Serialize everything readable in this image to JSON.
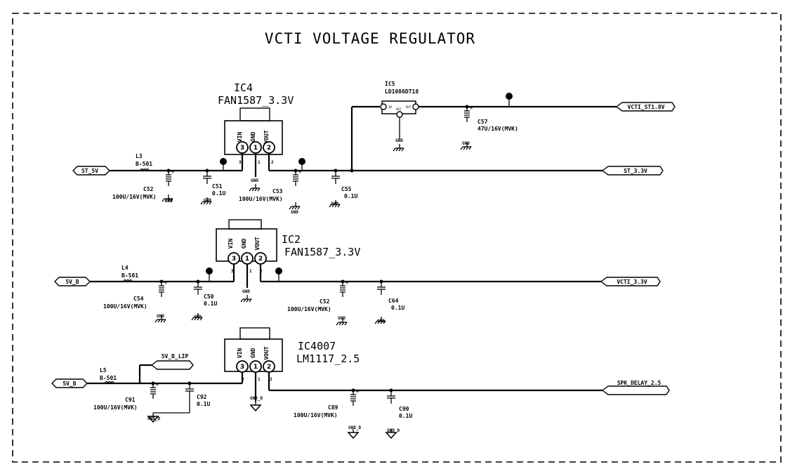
{
  "title": "VCTI VOLTAGE REGULATOR",
  "ic4": {
    "ref": "IC4",
    "part": "FAN1587_3.3V"
  },
  "ic2": {
    "ref": "IC2",
    "part": "FAN1587_3.3V"
  },
  "ic4007": {
    "ref": "IC4007",
    "part": "LM1117_2.5"
  },
  "ic5": {
    "ref": "IC5",
    "part": "LD1086DT18",
    "pin_in": "IN",
    "pin_out": "OUT",
    "pin_adj": "ADJ"
  },
  "pin_labels": {
    "vin": "VIN",
    "gnd": "GND",
    "vout": "VOUT"
  },
  "pins": {
    "p1": "1",
    "p2": "2",
    "p3": "3"
  },
  "ports": {
    "st_5v": "ST_5V",
    "st_3v3": "ST_3.3V",
    "vcti_st1v8": "VCTI_ST1.8V",
    "v5_b_1": "5V_B",
    "vcti_3v3": "VCTI_3.3V",
    "v5_b_lip": "5V_B_LIP",
    "v5_b_2": "5V_B",
    "spk_delay": "SPK_DELAY_2.5"
  },
  "inductors": {
    "l3": {
      "ref": "L3",
      "val": "B-501"
    },
    "l4": {
      "ref": "L4",
      "val": "B-501"
    },
    "l5": {
      "ref": "L5",
      "val": "B-501"
    }
  },
  "caps": {
    "c52a": {
      "ref": "C52",
      "val": "100U/16V(MVK)"
    },
    "c51": {
      "ref": "C51",
      "val": "0.1U"
    },
    "c53": {
      "ref": "C53",
      "val": "100U/16V(MVK)"
    },
    "c55": {
      "ref": "C55",
      "val": "0.1U"
    },
    "c57": {
      "ref": "C57",
      "val": "47U/16V(MVK)"
    },
    "c54": {
      "ref": "C54",
      "val": "100U/16V(MVK)"
    },
    "c50": {
      "ref": "C50",
      "val": "0.1U"
    },
    "c52b": {
      "ref": "C52",
      "val": "100U/16V(MVK)"
    },
    "c64": {
      "ref": "C64",
      "val": "0.1U"
    },
    "c91": {
      "ref": "C91",
      "val": "100U/16V(MVK)"
    },
    "c92": {
      "ref": "C92",
      "val": "0.1U"
    },
    "c89": {
      "ref": "C89",
      "val": "100U/16V(MVK)"
    },
    "c90": {
      "ref": "C90",
      "val": "0.1U"
    }
  },
  "gnd": {
    "gnd": "GND",
    "gnd_d": "GND_D"
  }
}
